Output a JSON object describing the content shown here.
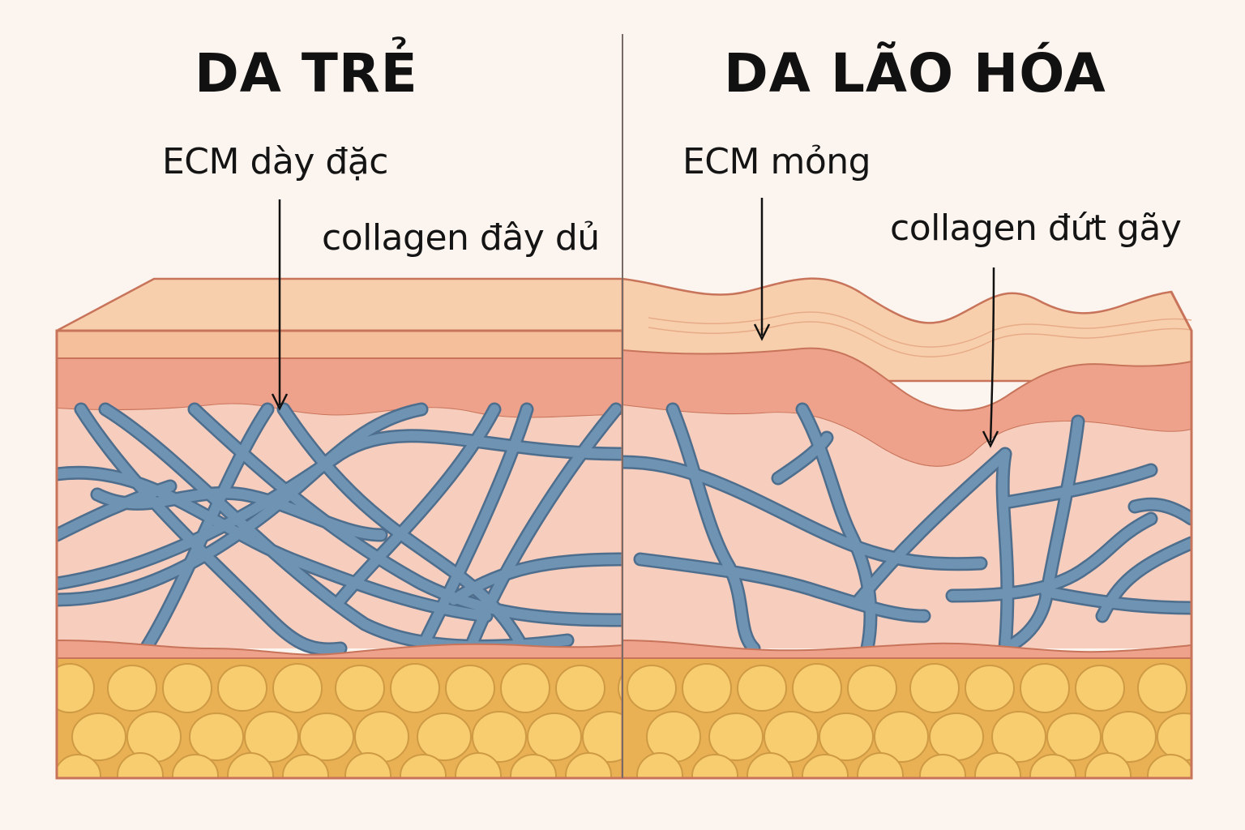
{
  "panels": {
    "young": {
      "title": "DA TRẺ",
      "ecm_label": "ECM dày đặc",
      "collagen_label": "collagen đây dủ"
    },
    "aged": {
      "title": "DA LÃO HÓA",
      "ecm_label": "ECM mỏng",
      "collagen_label": "collagen đứt gãy"
    }
  },
  "colors": {
    "background": "#fcf4ee",
    "epidermis": "#f5bf9c",
    "epidermis_top": "#f8cfac",
    "dermal_band": "#eea28c",
    "dermis": "#f7cdbd",
    "collagen_fiber": "#6f93b3",
    "collagen_outline": "#4e6e8e",
    "fat_cell": "#f7cd70",
    "fat_outline": "#cf9a44",
    "hypodermis": "#e9b154",
    "outline": "#c8745a",
    "divider": "#7a6a66"
  }
}
